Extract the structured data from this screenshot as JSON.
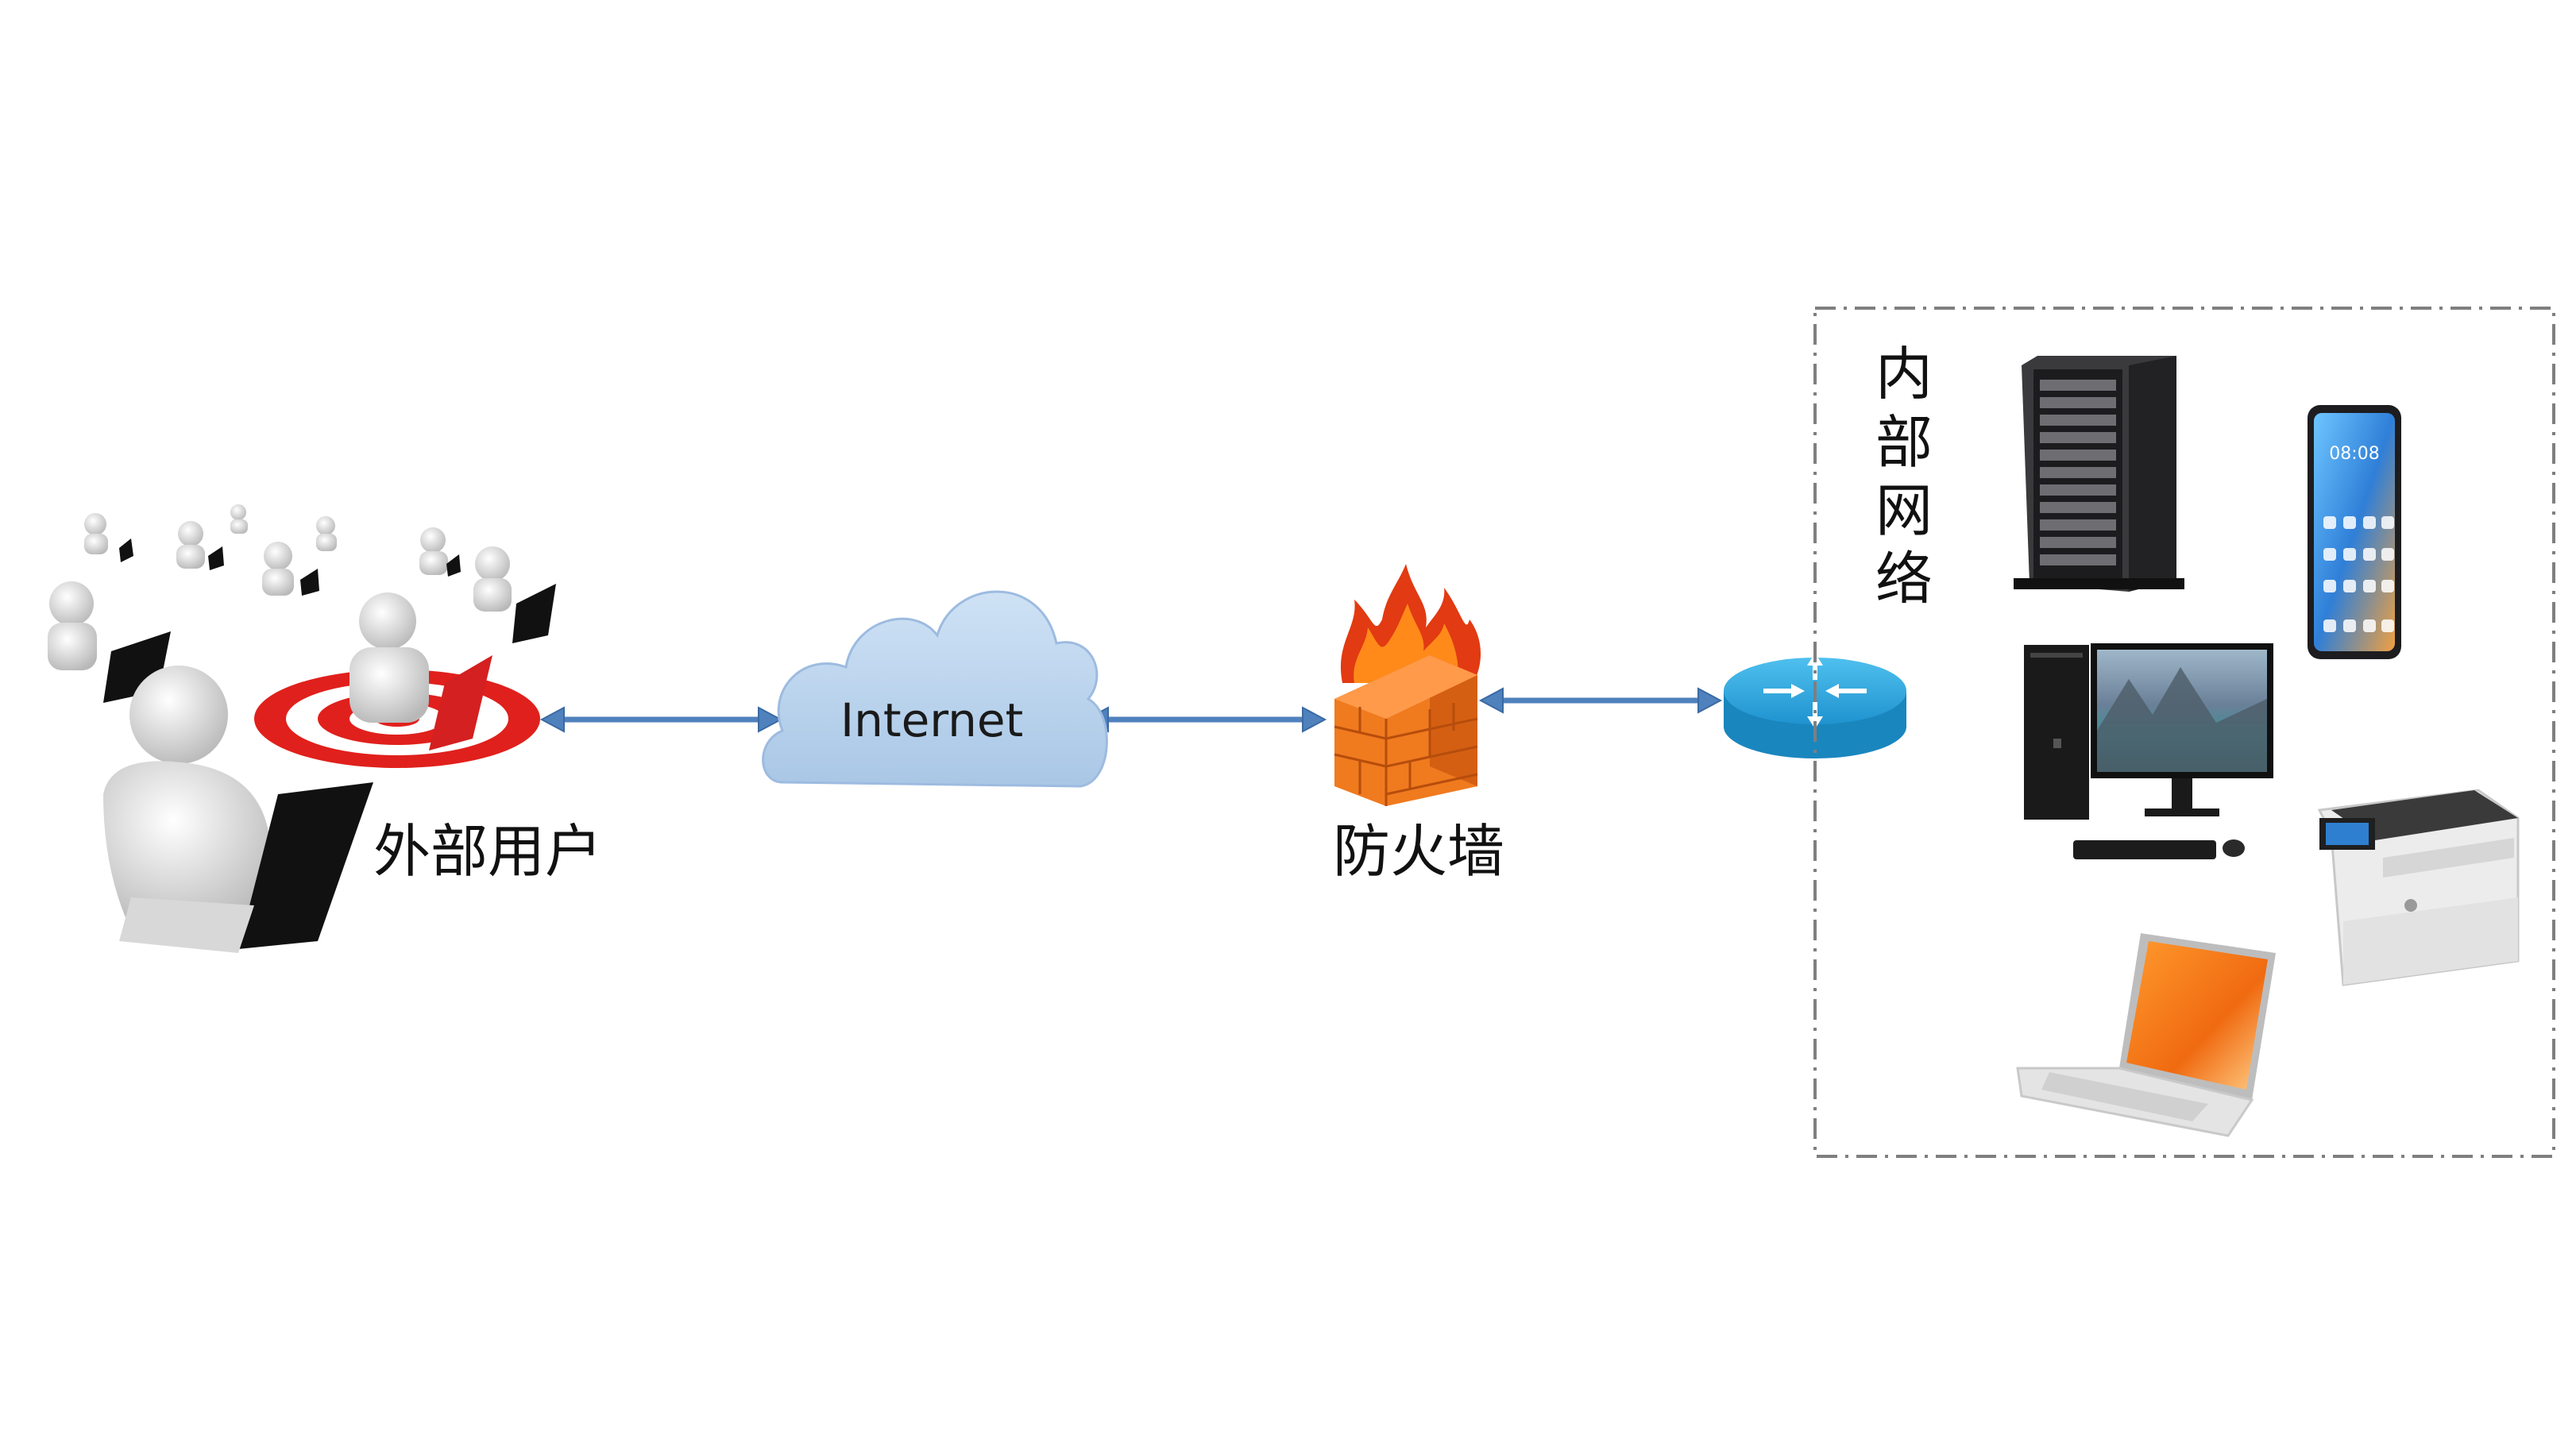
{
  "diagram": {
    "nodes": {
      "external_users": {
        "label": "外部用户"
      },
      "internet": {
        "label": "Internet"
      },
      "firewall": {
        "label": "防火墙"
      },
      "router": {
        "label": ""
      },
      "internal_network": {
        "label": "内部网络"
      }
    },
    "edges": [
      {
        "from": "external_users",
        "to": "internet",
        "style": "bidirectional-arrow"
      },
      {
        "from": "internet",
        "to": "firewall",
        "style": "bidirectional-arrow"
      },
      {
        "from": "firewall",
        "to": "router",
        "style": "bidirectional-arrow"
      }
    ],
    "internal_devices": [
      "tower-server",
      "smartphone",
      "desktop-computer",
      "printer",
      "laptop"
    ],
    "phone_clock": "08:08",
    "colors": {
      "arrow": "#4f81bd",
      "arrow_stroke": "#3a6aa3",
      "cloud": "#b9d3ec",
      "router": "#2aa0d8",
      "firewall_brick": "#f07a1e",
      "target_red": "#e0201c",
      "dashed_border": "#7f7f7f"
    }
  }
}
